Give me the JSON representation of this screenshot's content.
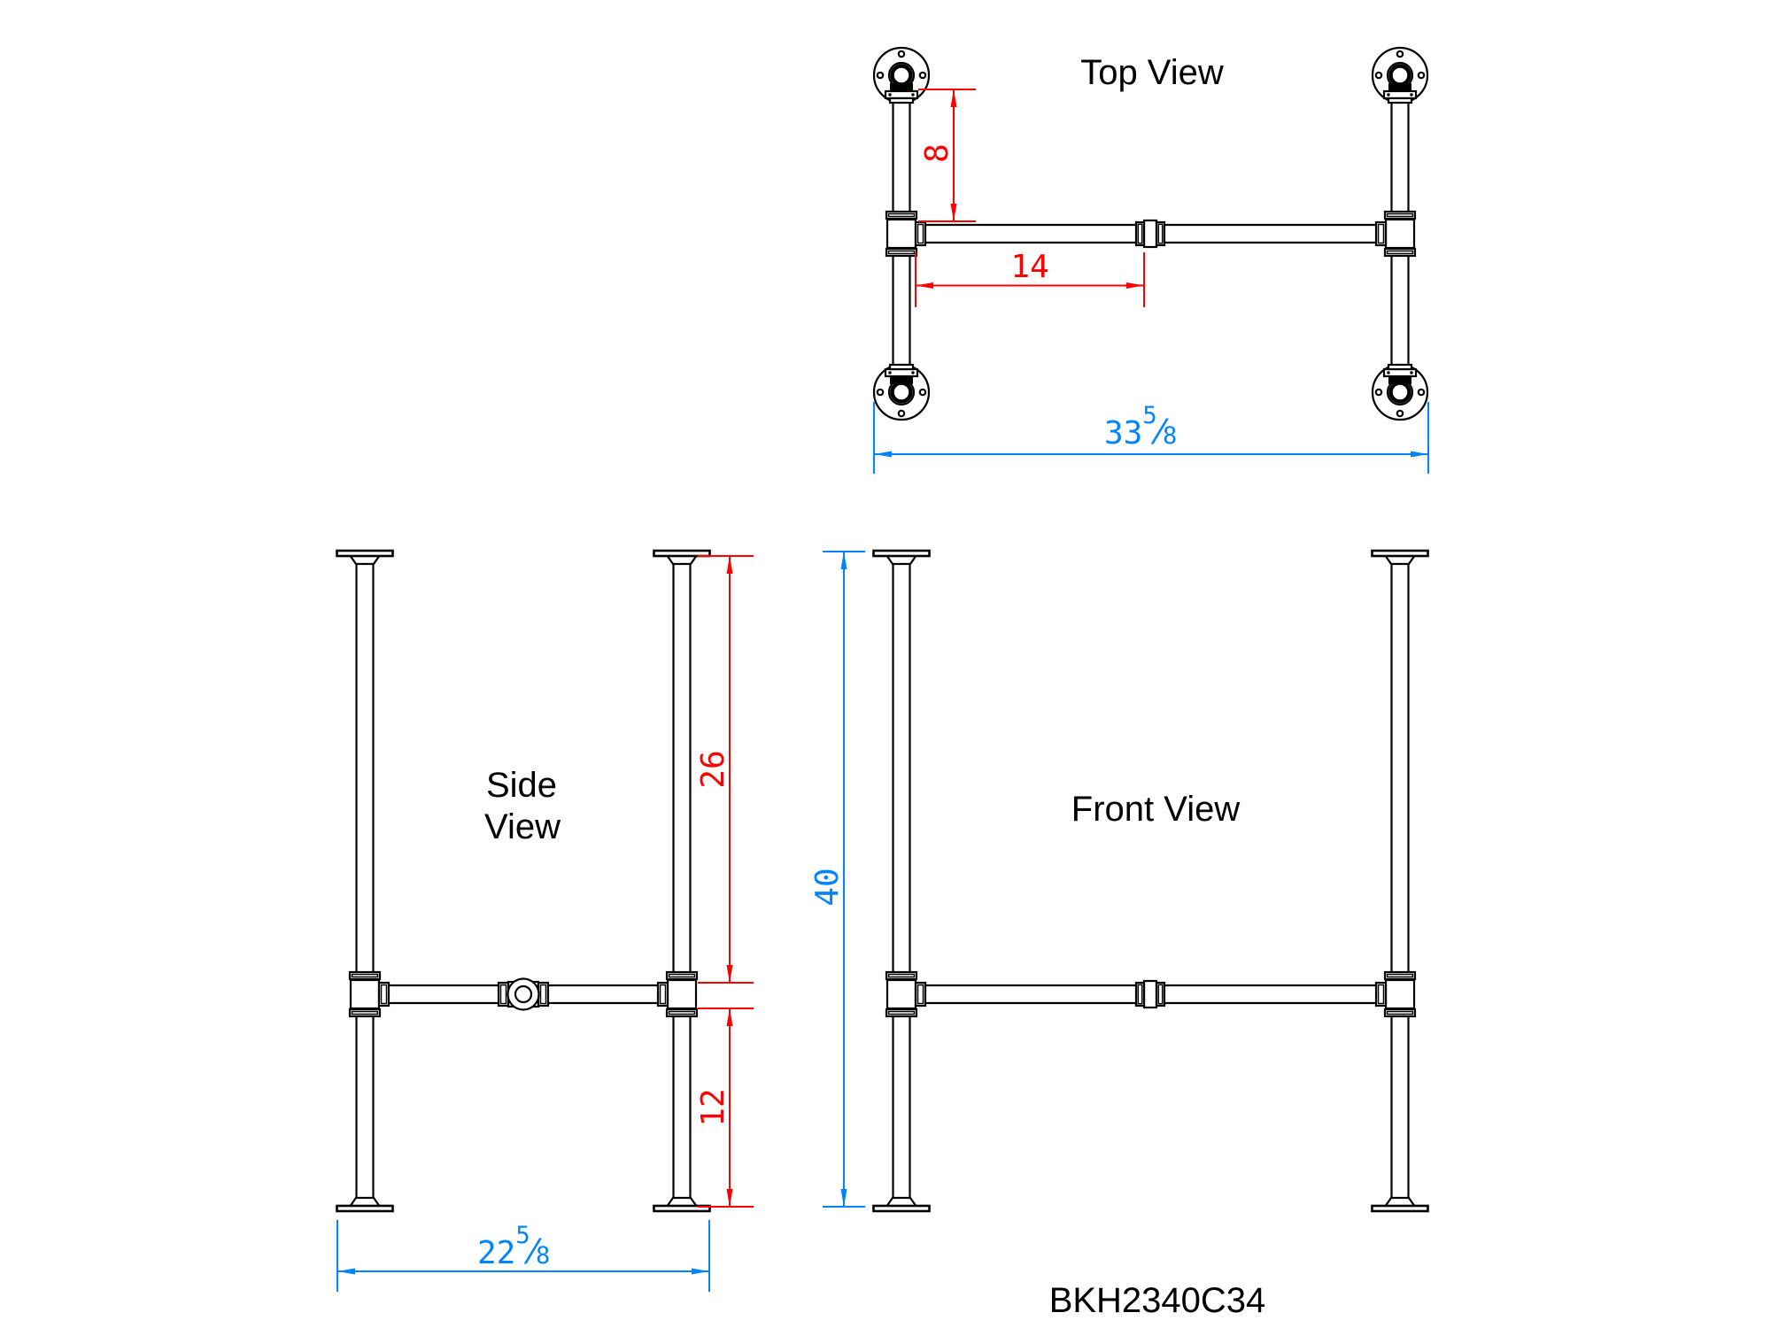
{
  "part_number": "BKH2340C34",
  "views": {
    "top": {
      "title": "Top View"
    },
    "side": {
      "title_lines": [
        "Side",
        "View"
      ]
    },
    "front": {
      "title": "Front View"
    }
  },
  "dimensions": {
    "flange_to_crossbar_depth": {
      "value": "8"
    },
    "tee_to_center_coupling": {
      "value": "14"
    },
    "overall_width": {
      "whole": "33",
      "numerator": "5",
      "slash": "⁄",
      "denominator": "8"
    },
    "crossbar_to_top": {
      "value": "26"
    },
    "crossbar_to_floor": {
      "value": "12"
    },
    "overall_depth": {
      "whole": "22",
      "numerator": "5",
      "slash": "⁄",
      "denominator": "8"
    },
    "overall_height": {
      "value": "40"
    }
  },
  "colors": {
    "dimension_red": "#ff0000",
    "dimension_blue": "#0084ff",
    "line_color": "#000000",
    "background": "#ffffff"
  }
}
